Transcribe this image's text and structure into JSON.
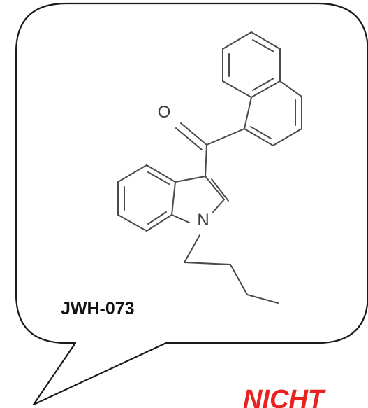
{
  "structure": {
    "compound_name": "JWH-073",
    "atom_labels": {
      "oxygen": "O",
      "nitrogen": "N"
    }
  },
  "caption": {
    "text": "NICHT",
    "color": "#e8231f"
  },
  "colors": {
    "bubble_stroke": "#1a1a1a",
    "bond": "#4a4a4a"
  }
}
